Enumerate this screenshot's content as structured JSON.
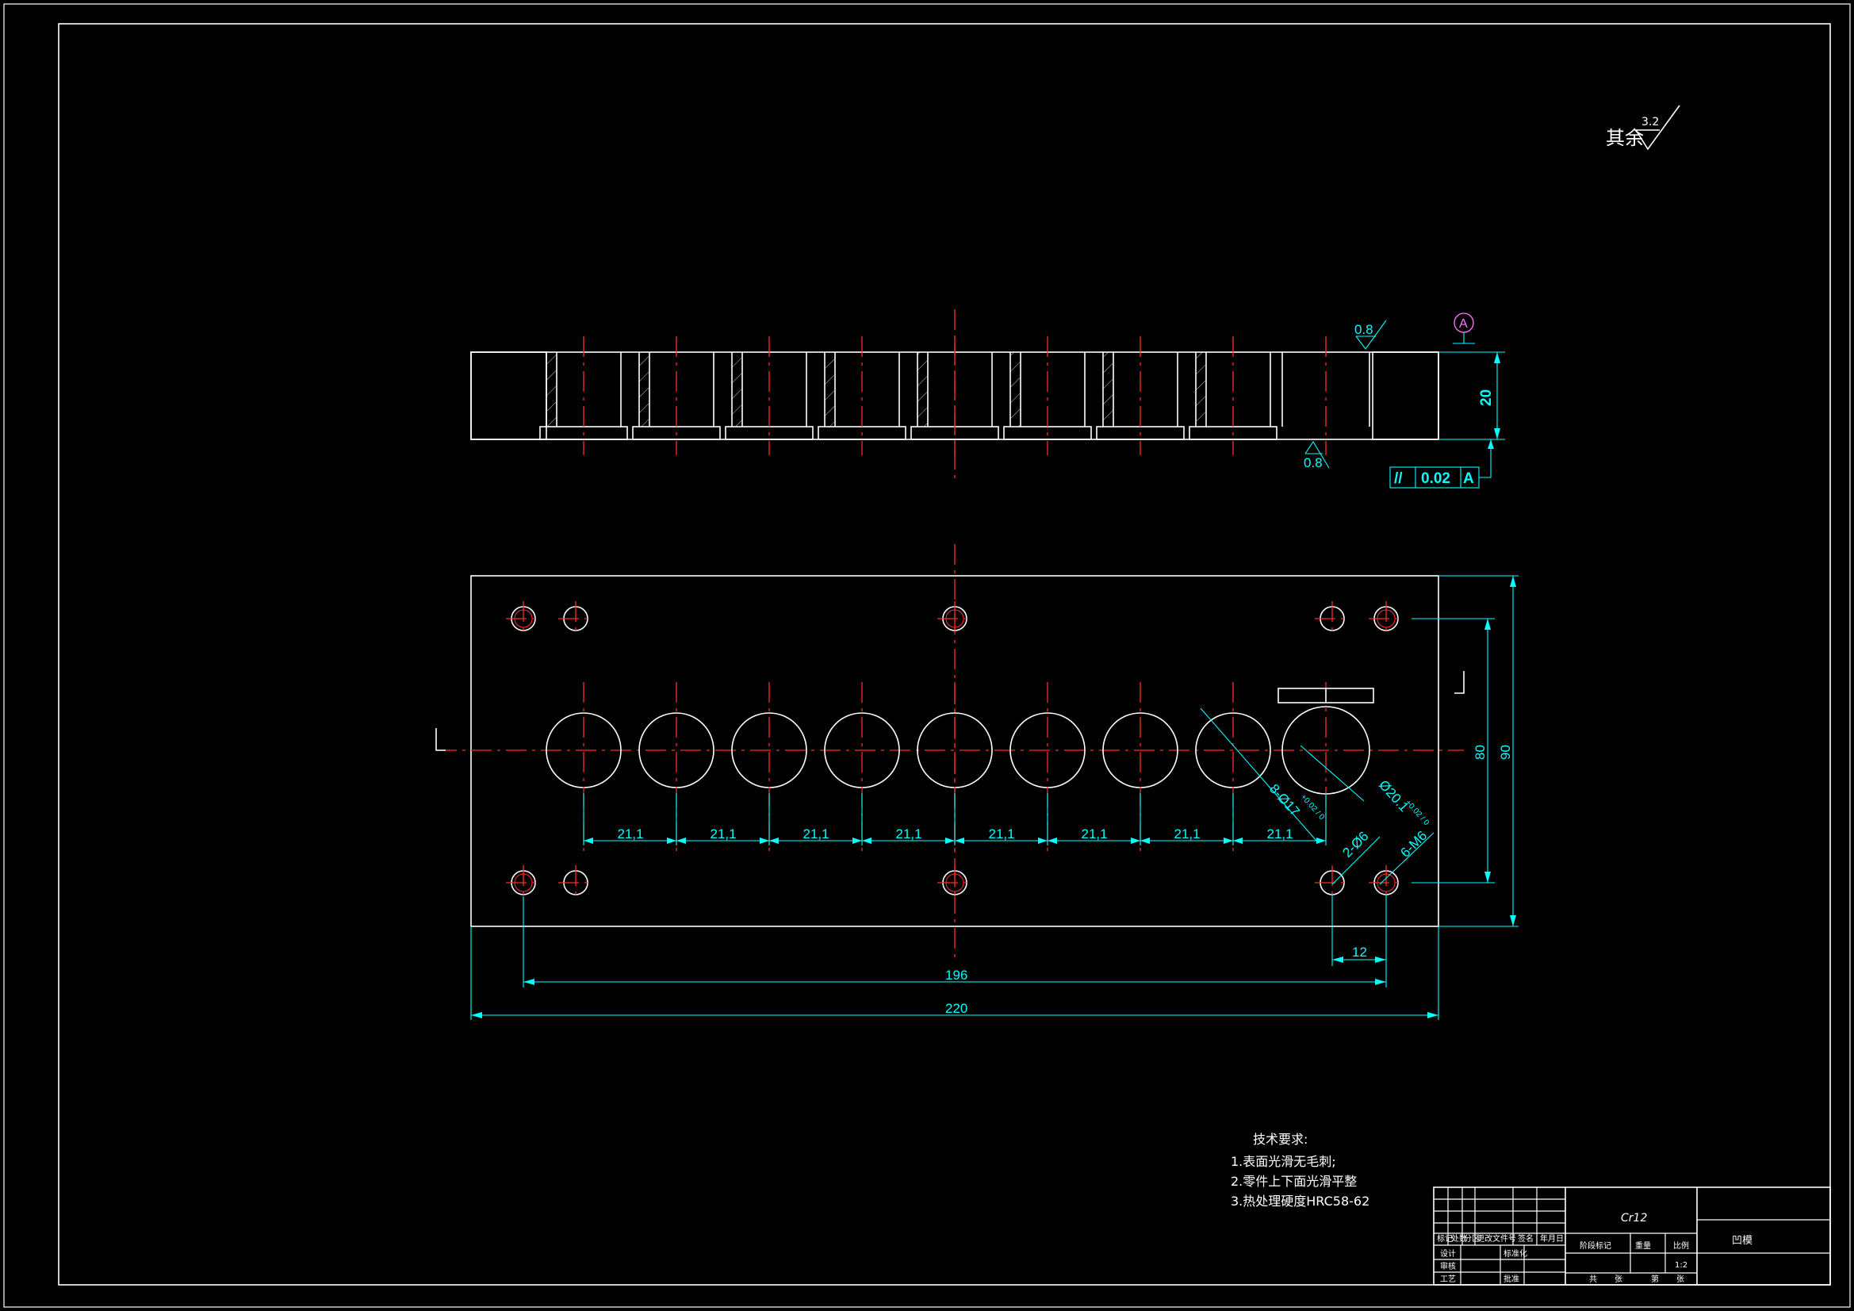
{
  "roughness": {
    "label": "其余",
    "value": "3.2"
  },
  "section_view": {
    "thickness_dim": "20",
    "surface_finish_top": "0.8",
    "surface_finish_bottom": "0.8",
    "datum_label": "A",
    "parallelism": {
      "symbol": "//",
      "tolerance": "0.02",
      "datum": "A"
    }
  },
  "plan_view": {
    "pitch_labels": [
      "21,1",
      "21,1",
      "21,1",
      "21,1",
      "21,1",
      "21,1",
      "21,1",
      "21,1"
    ],
    "height_inner": "80",
    "height_outer": "90",
    "width_inner": "196",
    "width_outer": "220",
    "edge_offset": "12",
    "hole_callout_small": "8-Ø17",
    "hole_callout_small_tol": "+0.02 / 0",
    "hole_callout_large": "Ø20.1",
    "hole_callout_large_tol": "+0.02 / 0",
    "pin_callout": "2-Ø6",
    "thread_callout": "6-M6"
  },
  "notes": {
    "title": "技术要求:",
    "items": [
      "1.表面光滑无毛刺;",
      "2.零件上下面光滑平整",
      "3.热处理硬度HRC58-62"
    ]
  },
  "title_block": {
    "material": "Cr12",
    "part_name": "凹模",
    "scale": "1:2",
    "headers": [
      "标记",
      "处数",
      "分区",
      "更改文件号",
      "签名",
      "年月日"
    ],
    "roles": [
      "设计",
      "标准化",
      "审核",
      "工艺",
      "批准"
    ],
    "stage_headers": [
      "阶段标记",
      "重量",
      "比例"
    ],
    "sheet_labels": [
      "共",
      "张",
      "第",
      "张"
    ]
  }
}
